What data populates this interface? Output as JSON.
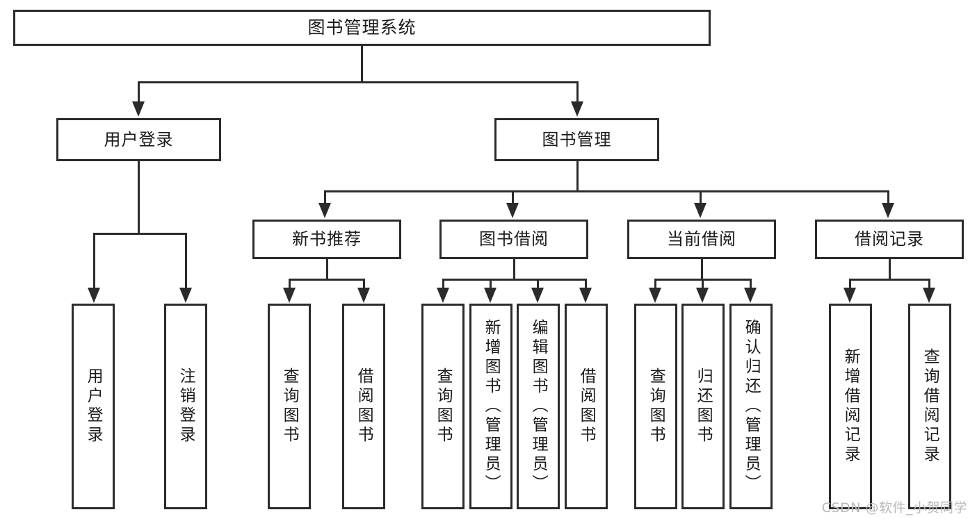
{
  "diagram": {
    "title": "图书管理系统",
    "type": "tree",
    "watermark": "CSDN @软件_小贺同学",
    "colors": {
      "stroke": "#2b2b2b",
      "fill": "#ffffff",
      "text": "#1b1b1b",
      "watermark": "#b9b9b9"
    },
    "root": {
      "label": "图书管理系统"
    },
    "level2": [
      {
        "label": "用户登录"
      },
      {
        "label": "图书管理"
      }
    ],
    "level3": [
      {
        "label": "新书推荐"
      },
      {
        "label": "图书借阅"
      },
      {
        "label": "当前借阅"
      },
      {
        "label": "借阅记录"
      }
    ],
    "leaves": {
      "user_login": [
        {
          "label": "用户登录"
        },
        {
          "label": "注销登录"
        }
      ],
      "new_book_recommend": [
        {
          "label": "查询图书"
        },
        {
          "label": "借阅图书"
        }
      ],
      "book_borrow": [
        {
          "label": "查询图书"
        },
        {
          "label": "新增图书（管理员）"
        },
        {
          "label": "编辑图书（管理员）"
        },
        {
          "label": "借阅图书"
        }
      ],
      "current_borrow": [
        {
          "label": "查询图书"
        },
        {
          "label": "归还图书"
        },
        {
          "label": "确认归还（管理员）"
        }
      ],
      "borrow_record": [
        {
          "label": "新增借阅记录"
        },
        {
          "label": "查询借阅记录"
        }
      ]
    }
  }
}
